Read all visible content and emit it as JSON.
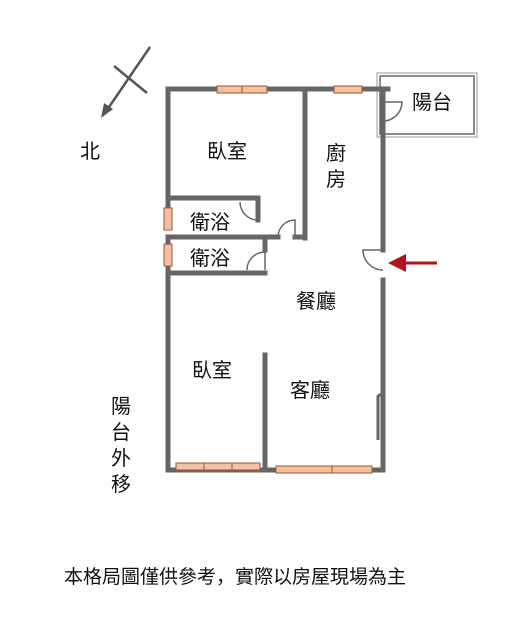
{
  "compass": {
    "north_label": "北",
    "icon": "north-arrow-icon"
  },
  "rooms": {
    "bedroom_top": "臥室",
    "kitchen": "廚房",
    "balcony": "陽台",
    "bath_1": "衛浴",
    "bath_2": "衛浴",
    "dining": "餐廳",
    "bedroom_bottom": "臥室",
    "living": "客廳"
  },
  "notes": {
    "balcony_moved": "陽台外移"
  },
  "entrance": {
    "icon": "entrance-arrow-icon",
    "color": "#b0141c"
  },
  "disclaimer": "本格局圖僅供參考，實際以房屋現場為主",
  "colors": {
    "wall": "#666666",
    "window": "#f2c1a3",
    "window_line": "#a0522d",
    "text": "#111111"
  }
}
